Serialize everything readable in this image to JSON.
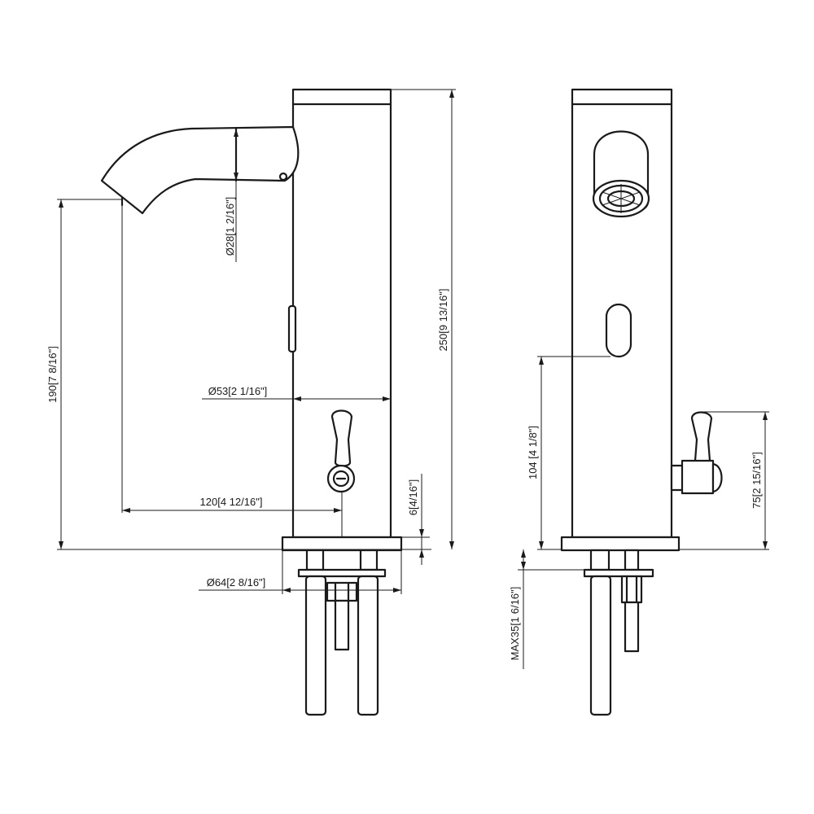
{
  "side_view": {
    "dimensions": {
      "spout_diameter": "Ø28[1 2/16\"]",
      "spout_height": "190[7 8/16\"]",
      "body_diameter": "Ø53[2 1/16\"]",
      "overall_height": "250[9 13/16\"]",
      "spout_reach": "120[4 12/16\"]",
      "base_thickness": "6[4/16\"]",
      "base_diameter": "Ø64[2 8/16\"]"
    }
  },
  "front_view": {
    "dimensions": {
      "sensor_height": "104 [4 1/8\"]",
      "handle_height": "75[2 15/16\"]",
      "max_deck_thickness": "MAX35[1 6/16\"]"
    }
  }
}
